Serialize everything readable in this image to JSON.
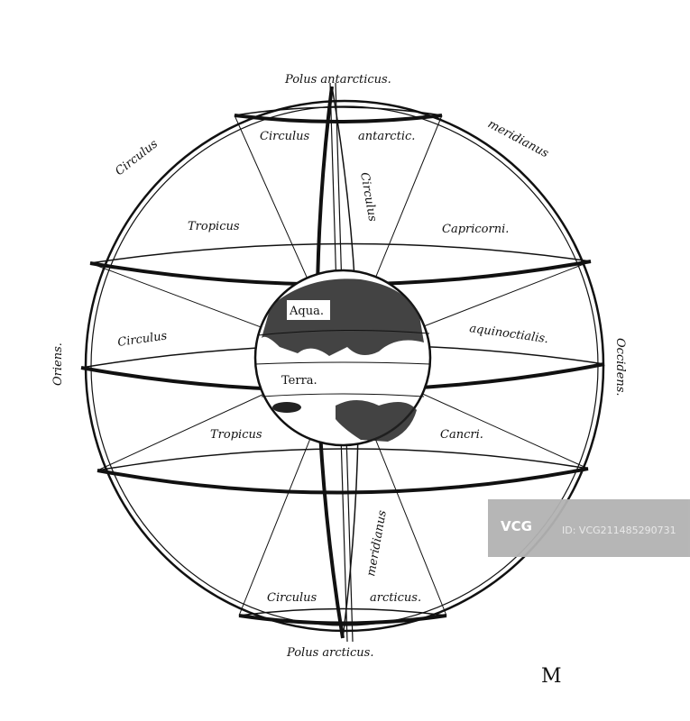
{
  "labels": {
    "polus_antarcticus": "Polus antarcticus.",
    "polus_arcticus": "Polus arcticus.",
    "circulus_top": "Circulus",
    "antarctic": "antarctic.",
    "circulus_meridian_top": "Circulus",
    "meridianus_top": "meridianus",
    "circulus_outer": "Circulus",
    "tropicus_top": "Tropicus",
    "capricorni": "Capricorni.",
    "circulus_equator": "Circulus",
    "aequinoctialis": "aquinoctialis.",
    "oriens": "Oriens.",
    "occidens": "Occidens.",
    "aqua": "Aqua.",
    "terra": "Terra.",
    "tropicus_bottom": "Tropicus",
    "cancri": "Cancri.",
    "meridianus_bottom": "meridianus",
    "circulus_bottom": "Circulus",
    "arcticus": "arcticus.",
    "plate_letter": "M"
  },
  "watermark": {
    "logo": "VCG",
    "id": "ID: VCG211485290731"
  }
}
